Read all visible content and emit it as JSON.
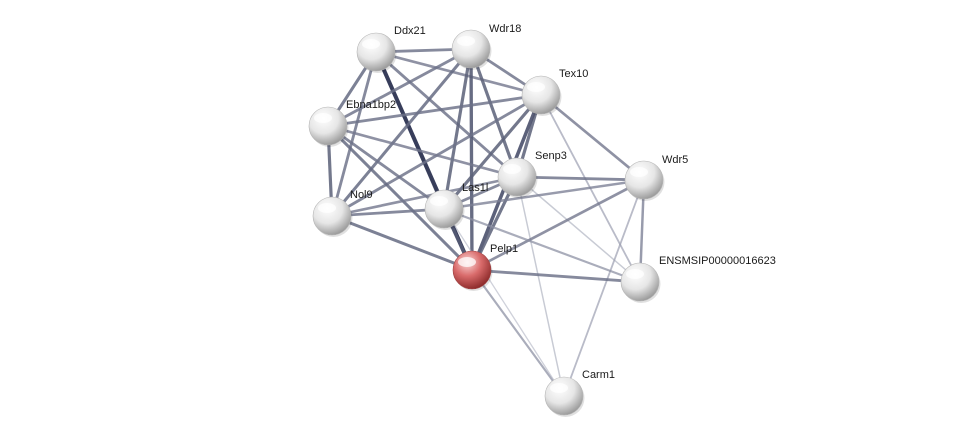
{
  "network": {
    "query_node": "Pelp1",
    "nodes": [
      {
        "id": "Ddx21",
        "label": "Ddx21",
        "query": false
      },
      {
        "id": "Wdr18",
        "label": "Wdr18",
        "query": false
      },
      {
        "id": "Tex10",
        "label": "Tex10",
        "query": false
      },
      {
        "id": "Ebna1bp2",
        "label": "Ebna1bp2",
        "query": false
      },
      {
        "id": "Senp3",
        "label": "Senp3",
        "query": false
      },
      {
        "id": "Wdr5",
        "label": "Wdr5",
        "query": false
      },
      {
        "id": "Nol9",
        "label": "Nol9",
        "query": false
      },
      {
        "id": "Las1l",
        "label": "Las1l",
        "query": false
      },
      {
        "id": "Pelp1",
        "label": "Pelp1",
        "query": true
      },
      {
        "id": "ENSMSIP00000016623",
        "label": "ENSMSIP00000016623",
        "query": false
      },
      {
        "id": "Carm1",
        "label": "Carm1",
        "query": false
      }
    ],
    "edges": [
      {
        "source": "Ddx21",
        "target": "Wdr18",
        "strength": 0.6
      },
      {
        "source": "Ddx21",
        "target": "Tex10",
        "strength": 0.55
      },
      {
        "source": "Ddx21",
        "target": "Ebna1bp2",
        "strength": 0.65
      },
      {
        "source": "Ddx21",
        "target": "Senp3",
        "strength": 0.6
      },
      {
        "source": "Ddx21",
        "target": "Nol9",
        "strength": 0.6
      },
      {
        "source": "Ddx21",
        "target": "Las1l",
        "strength": 0.6
      },
      {
        "source": "Ddx21",
        "target": "Pelp1",
        "strength": 0.95
      },
      {
        "source": "Wdr18",
        "target": "Tex10",
        "strength": 0.6
      },
      {
        "source": "Wdr18",
        "target": "Ebna1bp2",
        "strength": 0.6
      },
      {
        "source": "Wdr18",
        "target": "Senp3",
        "strength": 0.7
      },
      {
        "source": "Wdr18",
        "target": "Nol9",
        "strength": 0.65
      },
      {
        "source": "Wdr18",
        "target": "Las1l",
        "strength": 0.7
      },
      {
        "source": "Wdr18",
        "target": "Pelp1",
        "strength": 0.75
      },
      {
        "source": "Tex10",
        "target": "Ebna1bp2",
        "strength": 0.6
      },
      {
        "source": "Tex10",
        "target": "Senp3",
        "strength": 0.7
      },
      {
        "source": "Tex10",
        "target": "Wdr5",
        "strength": 0.55
      },
      {
        "source": "Tex10",
        "target": "Nol9",
        "strength": 0.6
      },
      {
        "source": "Tex10",
        "target": "Las1l",
        "strength": 0.7
      },
      {
        "source": "Tex10",
        "target": "Pelp1",
        "strength": 0.8
      },
      {
        "source": "Tex10",
        "target": "ENSMSIP00000016623",
        "strength": 0.3
      },
      {
        "source": "Ebna1bp2",
        "target": "Senp3",
        "strength": 0.55
      },
      {
        "source": "Ebna1bp2",
        "target": "Nol9",
        "strength": 0.7
      },
      {
        "source": "Ebna1bp2",
        "target": "Las1l",
        "strength": 0.6
      },
      {
        "source": "Ebna1bp2",
        "target": "Pelp1",
        "strength": 0.65
      },
      {
        "source": "Senp3",
        "target": "Wdr5",
        "strength": 0.6
      },
      {
        "source": "Senp3",
        "target": "Nol9",
        "strength": 0.55
      },
      {
        "source": "Senp3",
        "target": "Las1l",
        "strength": 0.6
      },
      {
        "source": "Senp3",
        "target": "Pelp1",
        "strength": 0.7
      },
      {
        "source": "Senp3",
        "target": "ENSMSIP00000016623",
        "strength": 0.2
      },
      {
        "source": "Senp3",
        "target": "Carm1",
        "strength": 0.2
      },
      {
        "source": "Wdr5",
        "target": "Las1l",
        "strength": 0.5
      },
      {
        "source": "Wdr5",
        "target": "Pelp1",
        "strength": 0.55
      },
      {
        "source": "Wdr5",
        "target": "ENSMSIP00000016623",
        "strength": 0.5
      },
      {
        "source": "Wdr5",
        "target": "Carm1",
        "strength": 0.3
      },
      {
        "source": "Nol9",
        "target": "Las1l",
        "strength": 0.6
      },
      {
        "source": "Nol9",
        "target": "Pelp1",
        "strength": 0.65
      },
      {
        "source": "Las1l",
        "target": "Pelp1",
        "strength": 0.75
      },
      {
        "source": "Las1l",
        "target": "ENSMSIP00000016623",
        "strength": 0.4
      },
      {
        "source": "Pelp1",
        "target": "ENSMSIP00000016623",
        "strength": 0.6
      },
      {
        "source": "Pelp1",
        "target": "Carm1",
        "strength": 0.4
      },
      {
        "source": "Las1l",
        "target": "Carm1",
        "strength": 0.15
      }
    ],
    "colors": {
      "node_fill": "#e6e6e6",
      "node_highlight": "#ffffff",
      "node_shadow": "#9a9a9a",
      "query_fill": "#d96b6b",
      "query_highlight": "#fbd6d6",
      "query_shadow": "#8c2a2a",
      "edge_strong": "#2e3452",
      "edge_weak": "#c9ccd8",
      "label": "#1a1a1a"
    }
  }
}
